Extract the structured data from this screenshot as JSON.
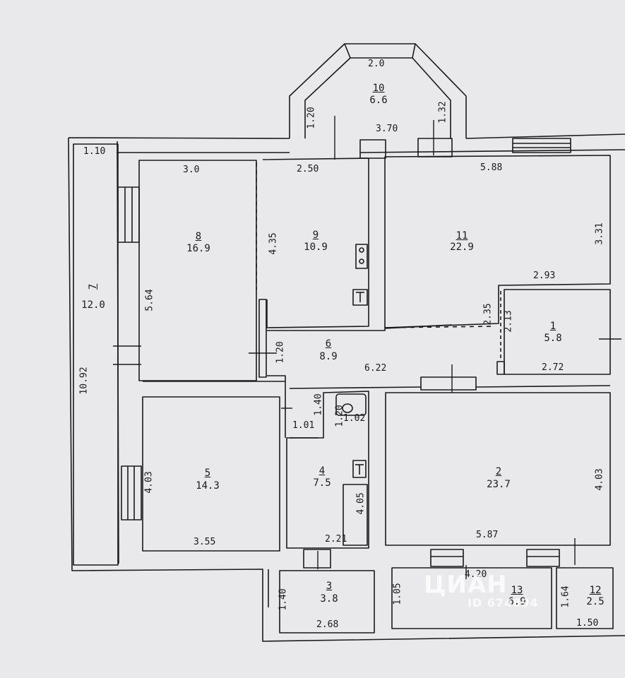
{
  "rooms": [
    {
      "num": "1",
      "area": "5.8"
    },
    {
      "num": "2",
      "area": "23.7"
    },
    {
      "num": "3",
      "area": "3.8"
    },
    {
      "num": "4",
      "area": "7.5"
    },
    {
      "num": "5",
      "area": "14.3"
    },
    {
      "num": "6",
      "area": "8.9"
    },
    {
      "num": "7",
      "area": "12.0"
    },
    {
      "num": "8",
      "area": "16.9"
    },
    {
      "num": "9",
      "area": "10.9"
    },
    {
      "num": "10",
      "area": "6.6"
    },
    {
      "num": "11",
      "area": "22.9"
    },
    {
      "num": "12",
      "area": "2.5"
    },
    {
      "num": "13",
      "area": "6.9"
    }
  ],
  "dimensions": {
    "bay_top": "2.0",
    "bay_left": "1.20",
    "bay_right": "1.32",
    "bay_width": "3.70",
    "r7_width": "1.10",
    "r7_length": "10.92",
    "r8_width": "3.0",
    "r8_length": "5.64",
    "r9_width": "2.50",
    "r9_length": "4.35",
    "r11_width": "5.88",
    "r11_length": "3.31",
    "r1_top": "2.93",
    "r1_bottom": "2.72",
    "r1_left": "2.13",
    "r1_ext": "2.35",
    "r6_width": "6.22",
    "r6_length": "1.20",
    "r4_closet_h": "1.40",
    "r4_closet_w": "1.02",
    "r4_closet_side": "1.20",
    "r4_step": "1.01",
    "r4_length": "4.05",
    "r4_width": "2.21",
    "r5_length": "4.03",
    "r5_width": "3.55",
    "r2_width": "5.87",
    "r2_length": "4.03",
    "r13_width": "4.20",
    "r13_length": "1.05",
    "r3_width": "2.68",
    "r3_length": "1.40",
    "r12_width": "1.50",
    "r12_length": "1.64"
  },
  "watermark": {
    "brand": "ЦИАН",
    "id": "ID 674894"
  },
  "colors": {
    "paper": "#e9e9eb",
    "ink": "#1a1a1a"
  }
}
